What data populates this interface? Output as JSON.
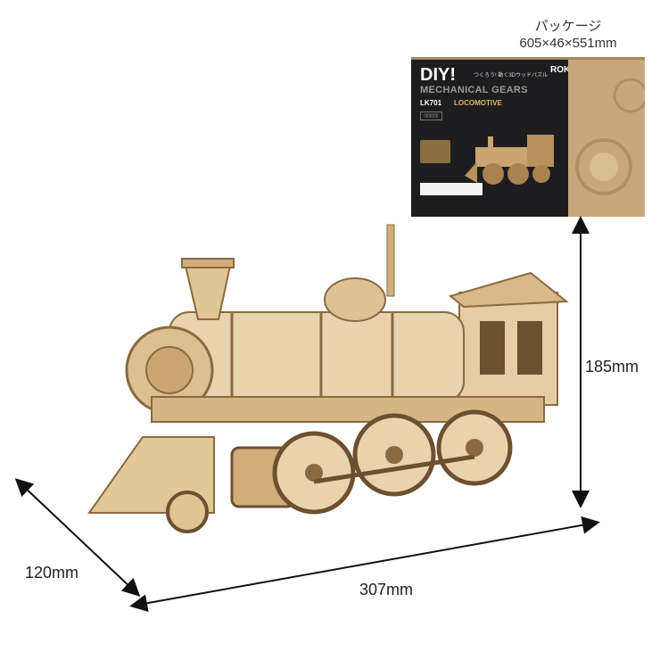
{
  "package": {
    "label": "パッケージ",
    "size": "605×46×551mm",
    "box_title": "DIY!",
    "box_subtitle": "MECHANICAL GEARS",
    "box_japanese": "つくろう! 動く3Dウッドパズル",
    "box_model": "LK701",
    "box_name": "LOCOMOTIVE",
    "box_brand": "ROKR"
  },
  "dimensions": {
    "height": "185mm",
    "depth": "120mm",
    "width": "307mm"
  },
  "colors": {
    "wood_light": "#e9d3ae",
    "wood_mid": "#cfae7c",
    "wood_dark": "#8a6a40",
    "box_black": "#1d1d1f",
    "box_kraft": "#c9a77c"
  }
}
